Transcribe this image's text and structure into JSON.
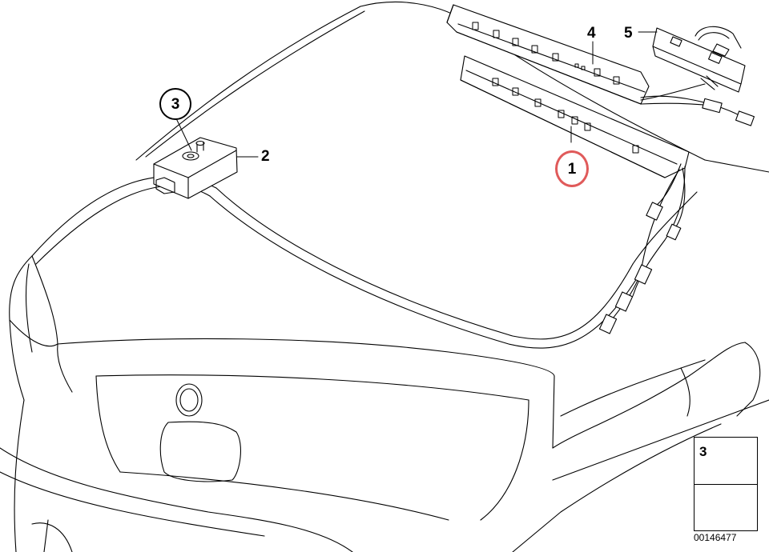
{
  "callouts": {
    "part_1": "1",
    "part_2": "2",
    "part_3": "3",
    "part_4": "4",
    "part_5": "5"
  },
  "legend": {
    "part_number": "3"
  },
  "document_number": "00146477",
  "colors": {
    "line": "#000000",
    "highlight": "#e05a5a",
    "background": "#ffffff"
  },
  "icons": [
    "screw-icon",
    "arrow-icon"
  ]
}
